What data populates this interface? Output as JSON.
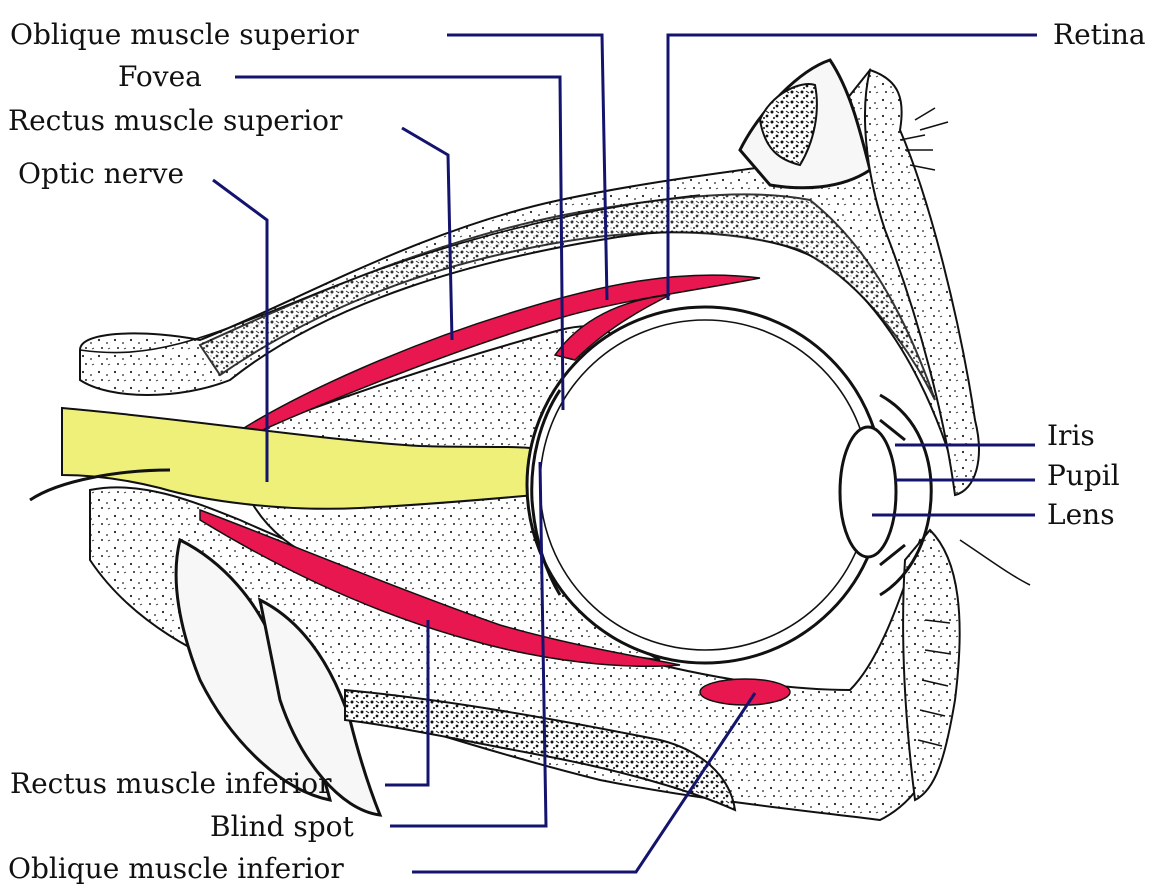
{
  "labels": {
    "oblique_superior": "Oblique muscle superior",
    "fovea": "Fovea",
    "rectus_superior": "Rectus muscle superior",
    "optic_nerve": "Optic nerve",
    "retina": "Retina",
    "iris": "Iris",
    "pupil": "Pupil",
    "lens": "Lens",
    "rectus_inferior": "Rectus muscle inferior",
    "blind_spot": "Blind spot",
    "oblique_inferior": "Oblique muscle inferior"
  },
  "colors": {
    "leader_lines": "#14146e",
    "muscle": "#e8174f",
    "optic_nerve": "#eef07a",
    "outline": "#111111"
  }
}
